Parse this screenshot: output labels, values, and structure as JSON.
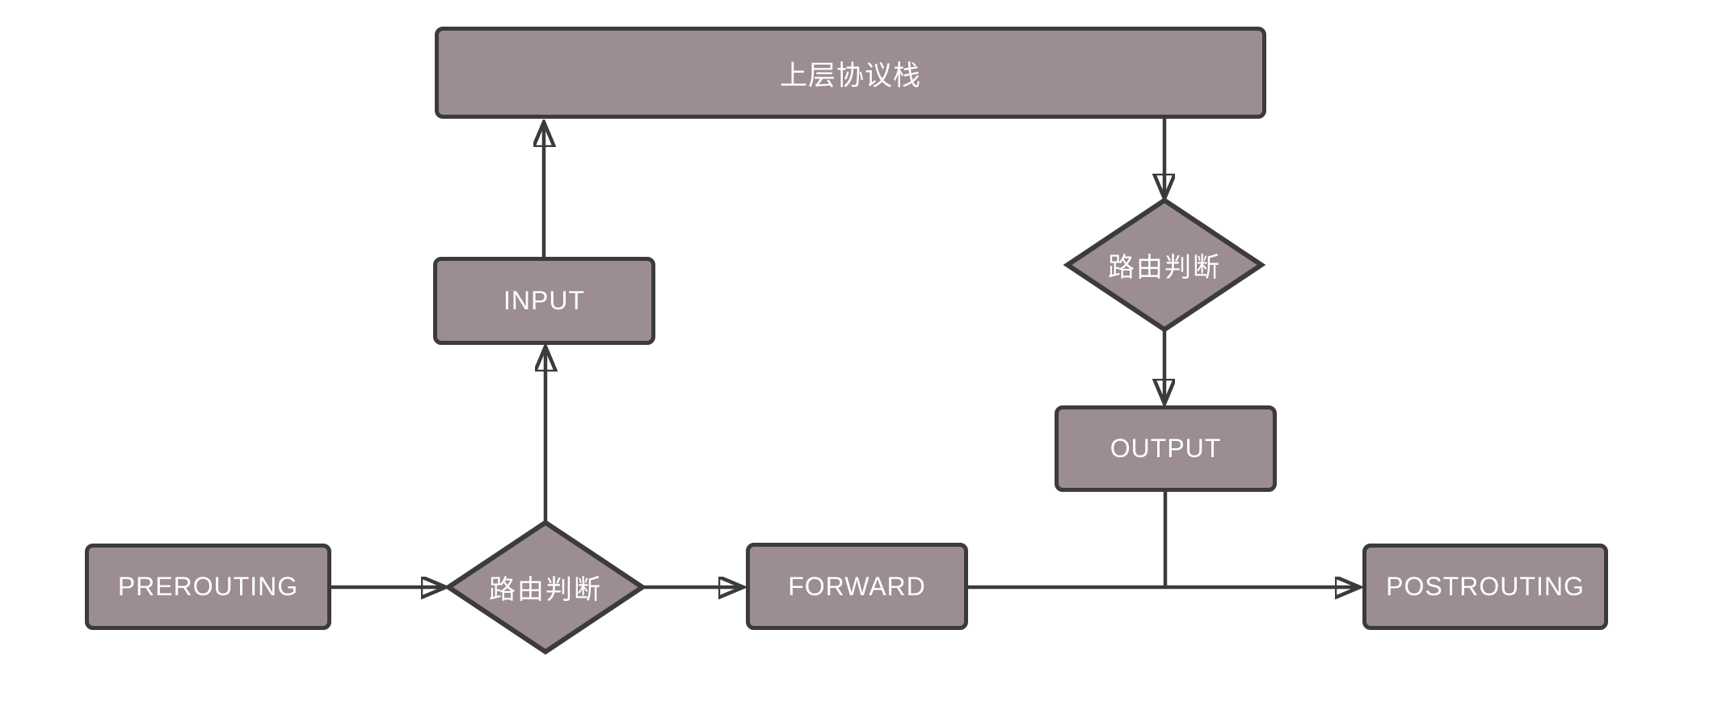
{
  "diagram": {
    "title": "netfilter packet flow diagram",
    "colors": {
      "background": "#ffffff",
      "node_fill": "#9b8d93",
      "node_border": "#3b3b3b",
      "line": "#3b3b3b",
      "text": "#ffffff"
    },
    "nodes": {
      "protocol_stack": {
        "label": "上层协议栈",
        "shape": "rectangle"
      },
      "input": {
        "label": "INPUT",
        "shape": "rectangle"
      },
      "routing_decision_top": {
        "label": "路由判断",
        "shape": "diamond"
      },
      "output": {
        "label": "OUTPUT",
        "shape": "rectangle"
      },
      "prerouting": {
        "label": "PREROUTING",
        "shape": "rectangle"
      },
      "routing_decision_bottom": {
        "label": "路由判断",
        "shape": "diamond"
      },
      "forward": {
        "label": "FORWARD",
        "shape": "rectangle"
      },
      "postrouting": {
        "label": "POSTROUTING",
        "shape": "rectangle"
      }
    },
    "edges": [
      {
        "from": "input",
        "to": "protocol_stack",
        "arrow": "up"
      },
      {
        "from": "protocol_stack",
        "to": "routing_decision_top",
        "arrow": "down"
      },
      {
        "from": "routing_decision_top",
        "to": "output",
        "arrow": "down"
      },
      {
        "from": "output",
        "to": "forward_postrouting_line",
        "arrow": "none"
      },
      {
        "from": "routing_decision_bottom",
        "to": "input",
        "arrow": "up"
      },
      {
        "from": "prerouting",
        "to": "routing_decision_bottom",
        "arrow": "right"
      },
      {
        "from": "routing_decision_bottom",
        "to": "forward",
        "arrow": "right"
      },
      {
        "from": "forward",
        "to": "postrouting",
        "arrow": "right"
      }
    ]
  }
}
